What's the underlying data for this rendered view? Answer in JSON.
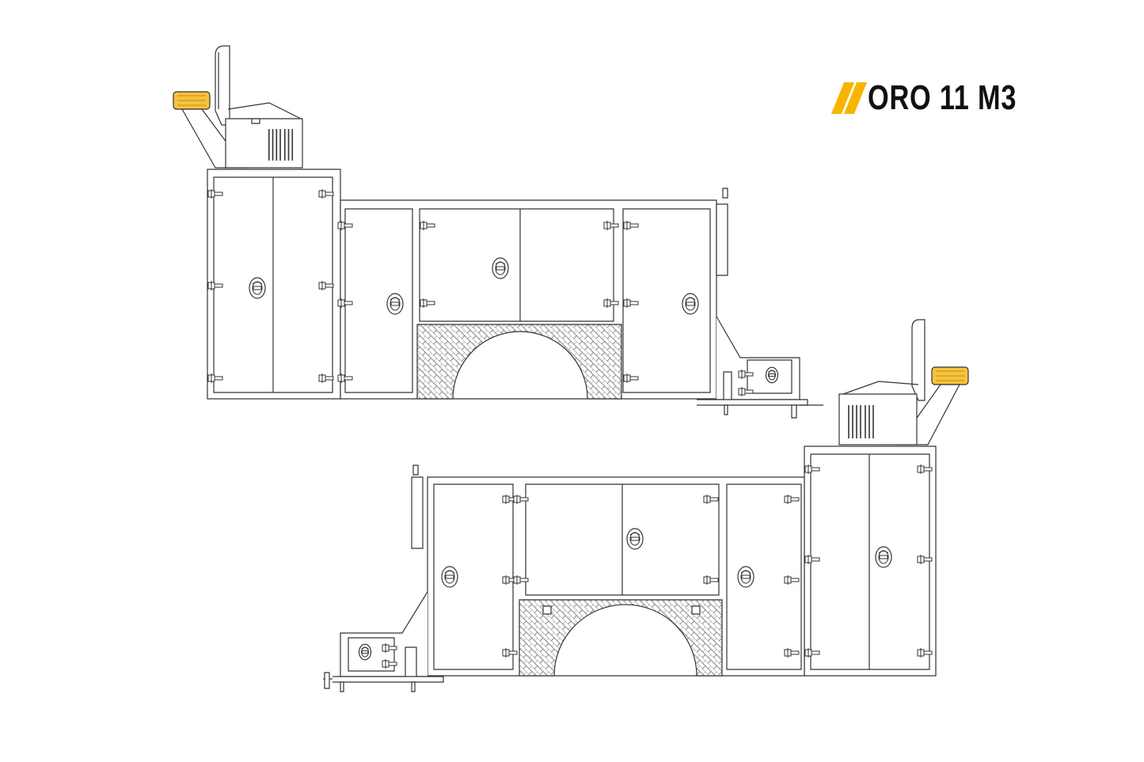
{
  "brand": {
    "title": "ORO 11 M3",
    "accent_color": "#F7B500",
    "text_color": "#111111",
    "logo_icon": "double-slash-stripes-icon"
  },
  "drawings": [
    {
      "name": "service-body-left-side-view",
      "orientation": "cab-left"
    },
    {
      "name": "service-body-right-side-view",
      "orientation": "cab-right"
    }
  ],
  "colors": {
    "line": "#333333",
    "beacon": "#F7C33A",
    "mesh": "#777777"
  }
}
